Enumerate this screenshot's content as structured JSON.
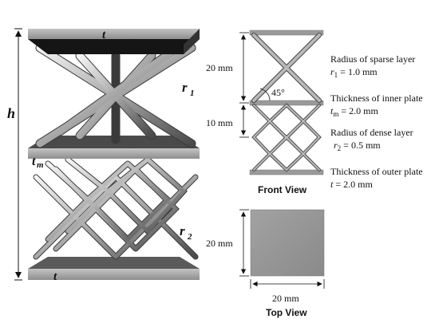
{
  "iso": {
    "label_h": "h",
    "label_t_top": "t",
    "label_tm_main": "t",
    "label_tm_sub": "m",
    "label_r1_main": "r",
    "label_r1_sub": "1",
    "label_r2_main": "r",
    "label_r2_sub": "2",
    "label_t_bottom": "t"
  },
  "front_view": {
    "title": "Front View",
    "dim_sparse": "20 mm",
    "dim_dense": "10 mm",
    "angle": "45°"
  },
  "top_view": {
    "title": "Top View",
    "dim_vertical": "20 mm",
    "dim_horizontal": "20 mm"
  },
  "annotations": [
    {
      "title": "Radius of sparse layer",
      "sym": "r",
      "sub": "1",
      "value": " = 1.0 mm"
    },
    {
      "title": "Thickness of inner plate",
      "sym": "t",
      "sub": "m",
      "value": " = 2.0 mm"
    },
    {
      "title": "Radius of dense layer",
      "sym": "r",
      "sub": "2",
      "value": " = 0.5 mm"
    },
    {
      "title": "Thickness of outer plate",
      "sym": "t",
      "sub": "",
      "value": " = 2.0 mm"
    }
  ]
}
